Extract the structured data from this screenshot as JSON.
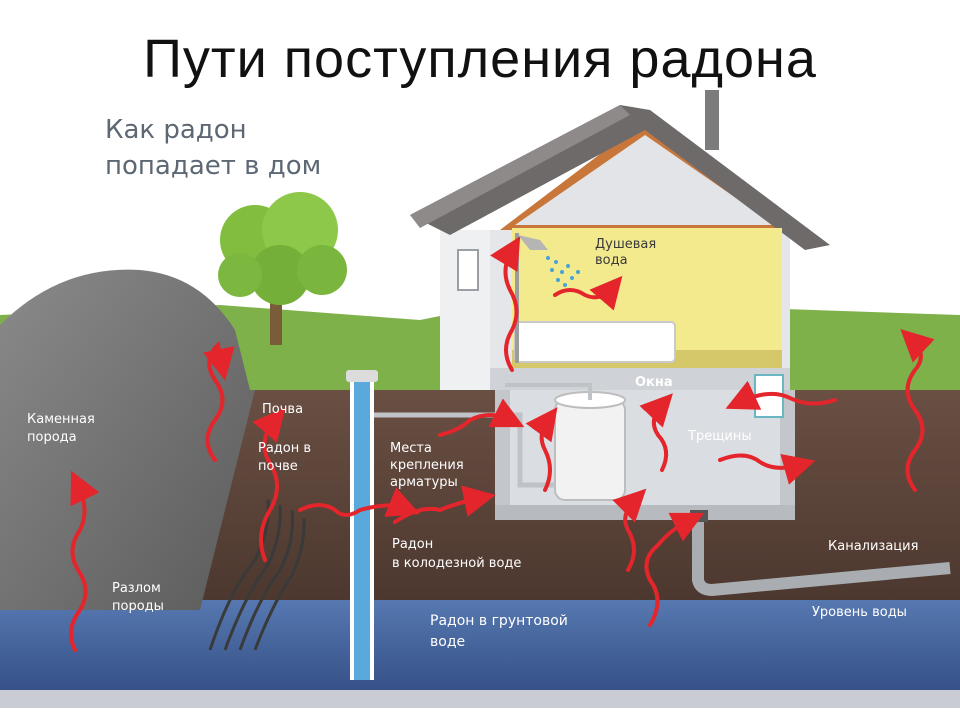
{
  "slide": {
    "title": "Пути поступления радона"
  },
  "diagram": {
    "heading_line1": "Как радон",
    "heading_line2": "попадает в дом",
    "labels": {
      "shower_line1": "Душевая",
      "shower_line2": "вода",
      "windows": "Окна",
      "soil": "Почва",
      "rock_line1": "Каменная",
      "rock_line2": "порода",
      "soil_radon_line1": "Радон в",
      "soil_radon_line2": "почве",
      "fittings_line1": "Места",
      "fittings_line2": "крепления",
      "fittings_line3": "арматуры",
      "cracks": "Трещины",
      "well_radon_line1": "Радон",
      "well_radon_line2": "в колодезной воде",
      "sewer": "Канализация",
      "fault_line1": "Разлом",
      "fault_line2": "породы",
      "water_level": "Уровень воды",
      "ground_radon_line1": "Радон в грунтовой",
      "ground_radon_line2": "воде"
    },
    "colors": {
      "arrow": "#e4252b",
      "heading": "#5d6874",
      "label_on_dark": "#ffffff",
      "label_on_light": "#3a3a3a",
      "soil": "#5a4338",
      "groundwater": "#4a6da4",
      "grass": "#7fb14a",
      "rock": "#6d6d6d",
      "roof": "#6e6a6a",
      "attic_wall": "#c8763a",
      "room": "#f3e98d"
    }
  }
}
